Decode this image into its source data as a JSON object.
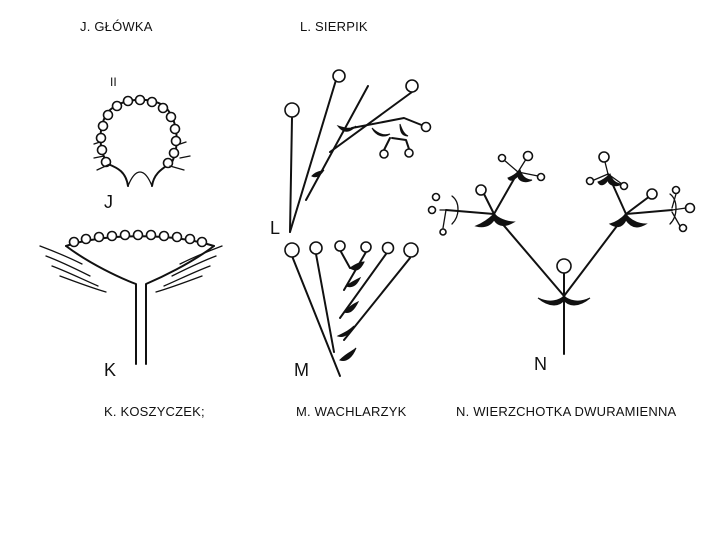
{
  "captions": {
    "glowka": "J. GŁÓWKA",
    "sierpik": "L.  SIERPIK",
    "koszyczek": "K. KOSZYCZEK;",
    "wachlarzyk": "M. WACHLARZYK",
    "wierzchotka": "N. WIERZCHOTKA DWURAMIENNA"
  },
  "figure_letters": {
    "j": "J",
    "k": "K",
    "l": "L",
    "m": "M",
    "n": "N"
  }
}
